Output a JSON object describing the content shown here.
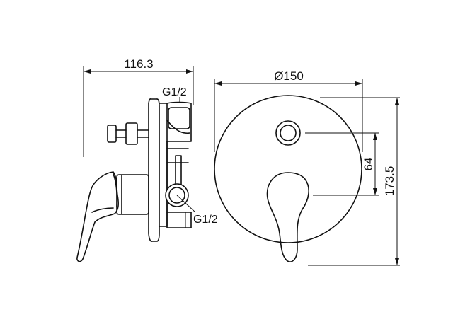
{
  "dimensions": {
    "overall_depth": "116.3",
    "plate_diameter": "Ø150",
    "outlet_spacing": "64",
    "overall_height": "173.5"
  },
  "thread_labels": {
    "top_outlet": "G1/2",
    "bottom_outlet": "G1/2"
  }
}
